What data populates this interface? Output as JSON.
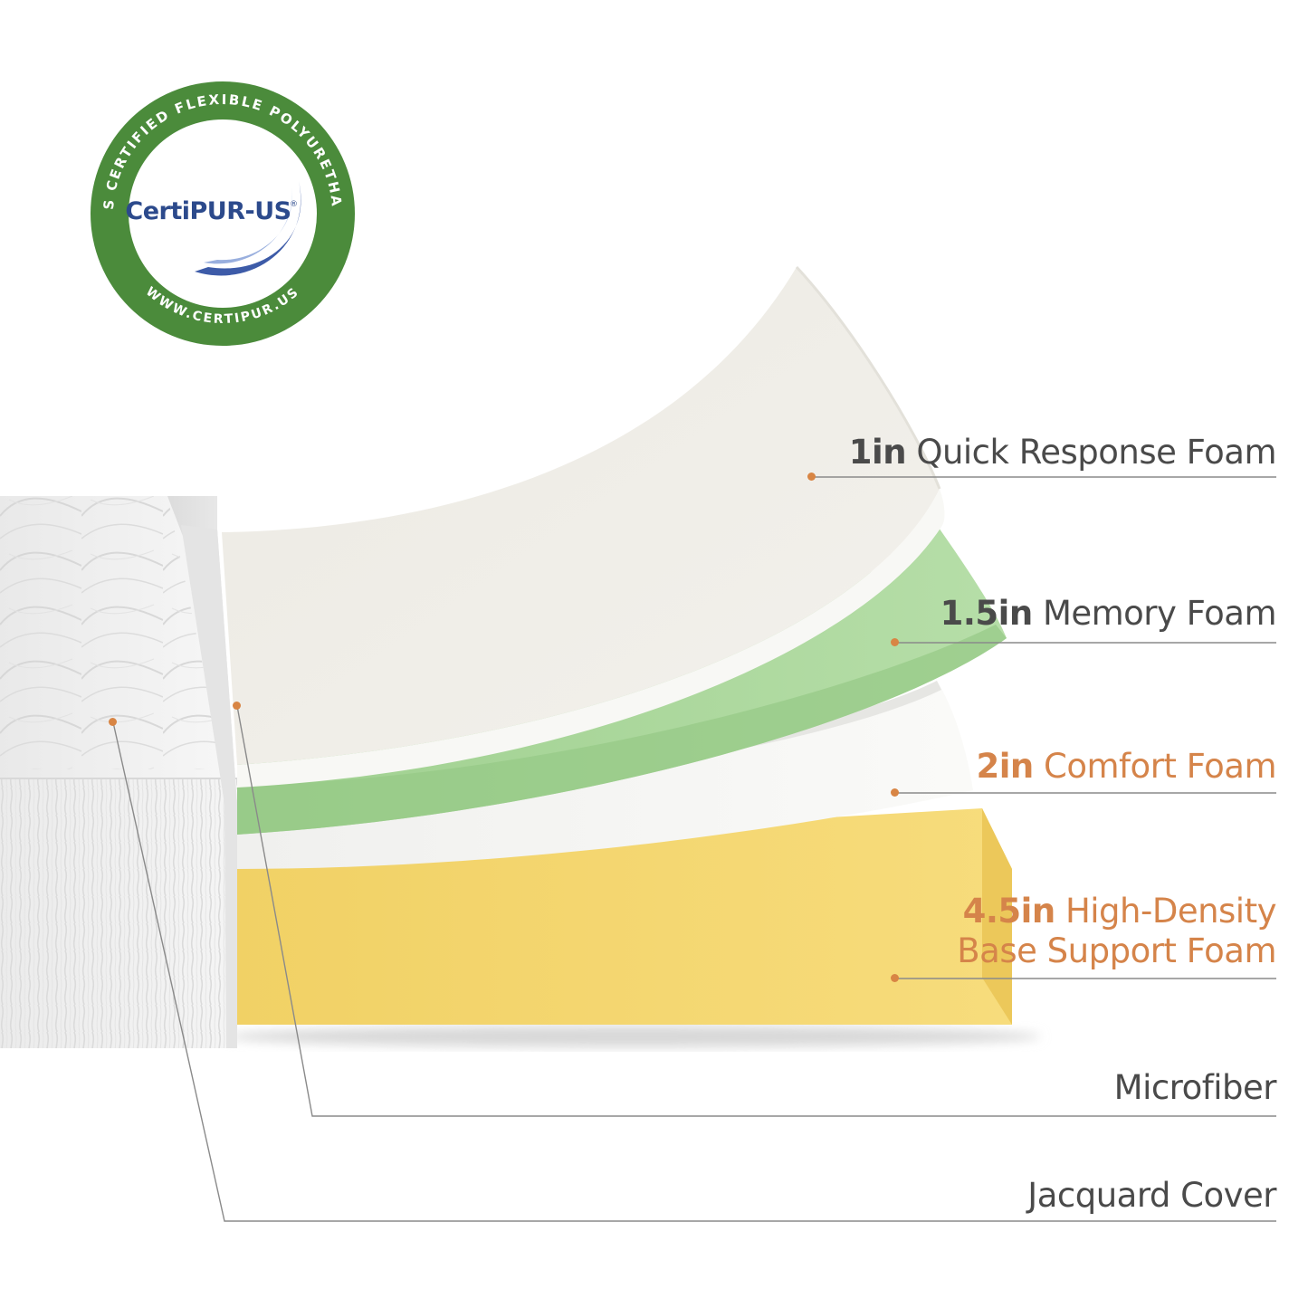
{
  "seal": {
    "brand": "CertiPUR-US",
    "registered": "®",
    "arc_top": "CONTAINS CERTIFIED FLEXIBLE POLYURETHANE FOAM",
    "arc_bottom": "WWW.CERTIPUR.US",
    "colors": {
      "ring": "#4a8a3a",
      "inner": "#ffffff",
      "brand_text": "#2a4a8a",
      "swoosh": "#3a5aa8"
    }
  },
  "layers": [
    {
      "key": "quick-response",
      "size": "1in",
      "name": "Quick Response Foam",
      "tone": "gray"
    },
    {
      "key": "memory",
      "size": "1.5in",
      "name": "Memory Foam",
      "tone": "gray"
    },
    {
      "key": "comfort",
      "size": "2in",
      "name": "Comfort Foam",
      "tone": "orange"
    },
    {
      "key": "base",
      "size": "4.5in",
      "name": "High-Density",
      "name_line2": "Base Support Foam",
      "tone": "orange"
    },
    {
      "key": "microfiber",
      "name": "Microfiber",
      "tone": "gray"
    },
    {
      "key": "jacquard",
      "name": "Jacquard Cover",
      "tone": "gray"
    }
  ],
  "colors": {
    "accent_orange": "#d5844a",
    "text_gray": "#4a4a4a",
    "foam_white": "#f4f2ec",
    "foam_green": "#a9d79a",
    "foam_yellow": "#f4d670",
    "leader_line": "#8a8a8a"
  }
}
